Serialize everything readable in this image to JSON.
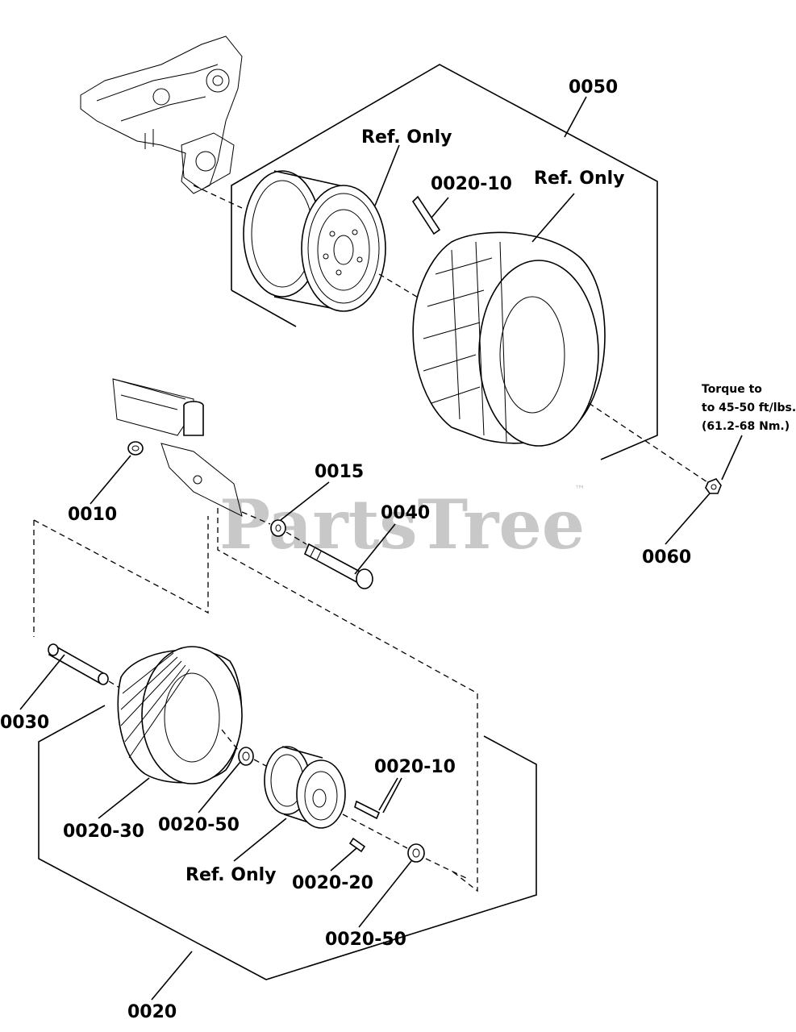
{
  "watermark": {
    "text": "PartsTree",
    "trademark": "™"
  },
  "labels": {
    "l0050": "0050",
    "ref_rim_top": "Ref. Only",
    "l0020_10_top": "0020-10",
    "ref_tire_top": "Ref. Only",
    "torque_line1": "Torque to",
    "torque_line2": "to 45-50 ft/lbs.",
    "torque_line3": "(61.2-68 Nm.)",
    "l0015": "0015",
    "l0040": "0040",
    "l0010": "0010",
    "l0060": "0060",
    "l0030": "0030",
    "l0020_10_bottom": "0020-10",
    "l0020_30": "0020-30",
    "l0020_50_left": "0020-50",
    "ref_rim_bottom": "Ref. Only",
    "l0020_20": "0020-20",
    "l0020_50_right": "0020-50",
    "l0020": "0020"
  }
}
